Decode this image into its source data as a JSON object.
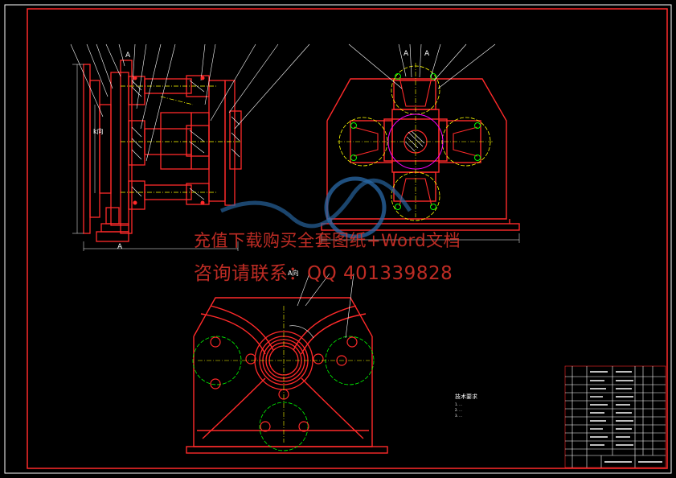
{
  "drawing": {
    "section_marker_a1": "A",
    "section_marker_a2": "A",
    "section_marker_a3": "A",
    "section_marker_a4": "A",
    "side_label": "k向",
    "view_title_bottom": "A向"
  },
  "tech_requirements": {
    "title": "技术要求",
    "notes": [
      "1. ...",
      "2. ...",
      "3. ..."
    ]
  },
  "watermark": {
    "line1": "充值下载购买全套图纸+Word文档",
    "line2": "咨询请联系：QQ 401339828"
  },
  "colors": {
    "background": "#000000",
    "outline": "#ff2a2a",
    "leader": "#ffffff",
    "centerline": "#ffff00",
    "hatch": "#ffffff",
    "pitch_circle": "#00ff00",
    "magenta": "#ff00ff",
    "watermark": "#e0342b"
  }
}
